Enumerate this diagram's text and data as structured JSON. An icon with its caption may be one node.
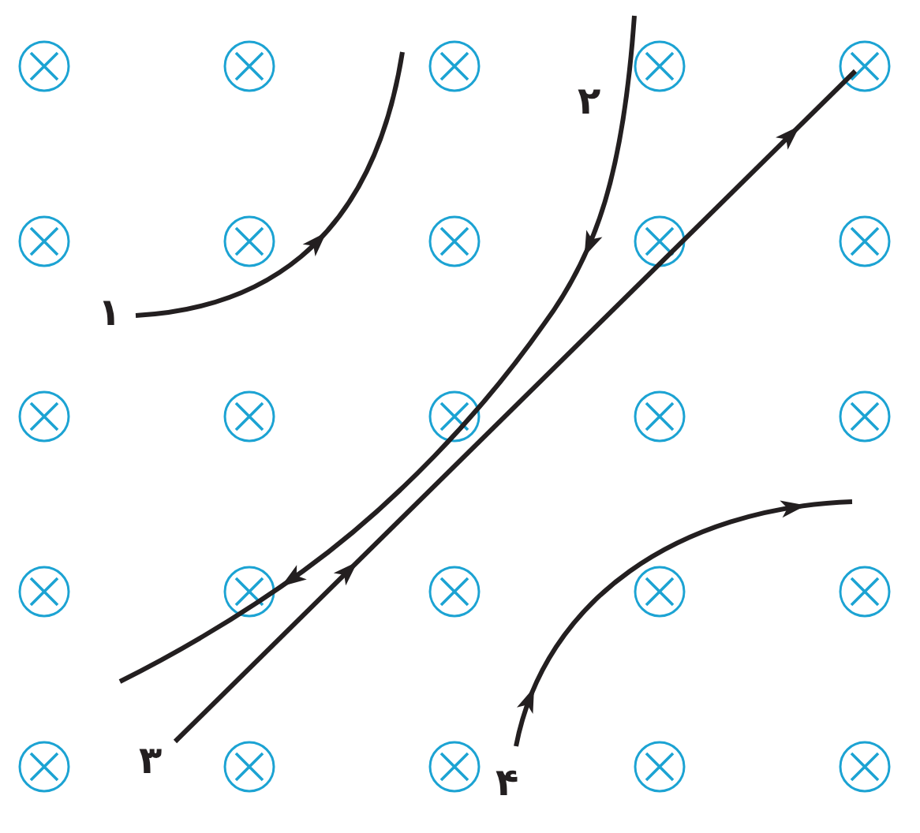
{
  "diagram": {
    "labels": [
      "۲",
      "۱",
      "۳",
      "۴"
    ]
  }
}
